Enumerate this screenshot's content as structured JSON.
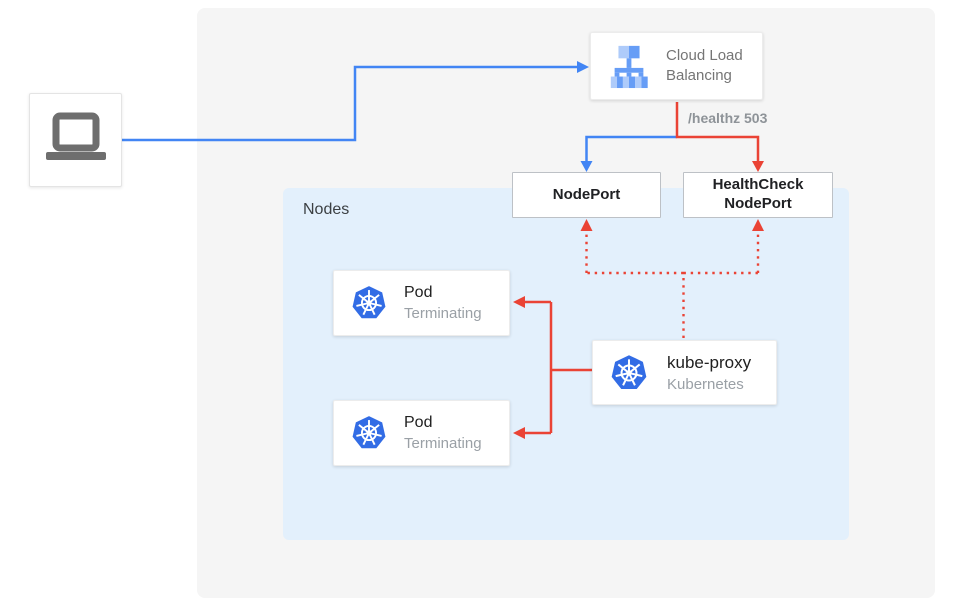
{
  "diagram": {
    "client": {
      "icon": "laptop-icon"
    },
    "cloud_load_balancing": {
      "label": "Cloud Load Balancing",
      "icon": "load-balancer-icon"
    },
    "healthz_badge": "/healthz 503",
    "nodeport": {
      "label": "NodePort"
    },
    "healthcheck_nodeport": {
      "label": "HealthCheck NodePort"
    },
    "nodes_group": {
      "label": "Nodes"
    },
    "pods": [
      {
        "title": "Pod",
        "status": "Terminating",
        "icon": "kubernetes-icon"
      },
      {
        "title": "Pod",
        "status": "Terminating",
        "icon": "kubernetes-icon"
      }
    ],
    "kube_proxy": {
      "title": "kube-proxy",
      "subtitle": "Kubernetes",
      "icon": "kubernetes-icon"
    },
    "colors": {
      "traffic_blue": "#4285f4",
      "healthcheck_red": "#ea4335",
      "nodes_bg": "#e3f0fc",
      "panel_bg": "#f5f5f5",
      "kubernetes_blue": "#326ce5",
      "lb_icon_light": "#aecbfa",
      "lb_icon_medium": "#669df6",
      "laptop_gray": "#6e6e6e"
    }
  }
}
